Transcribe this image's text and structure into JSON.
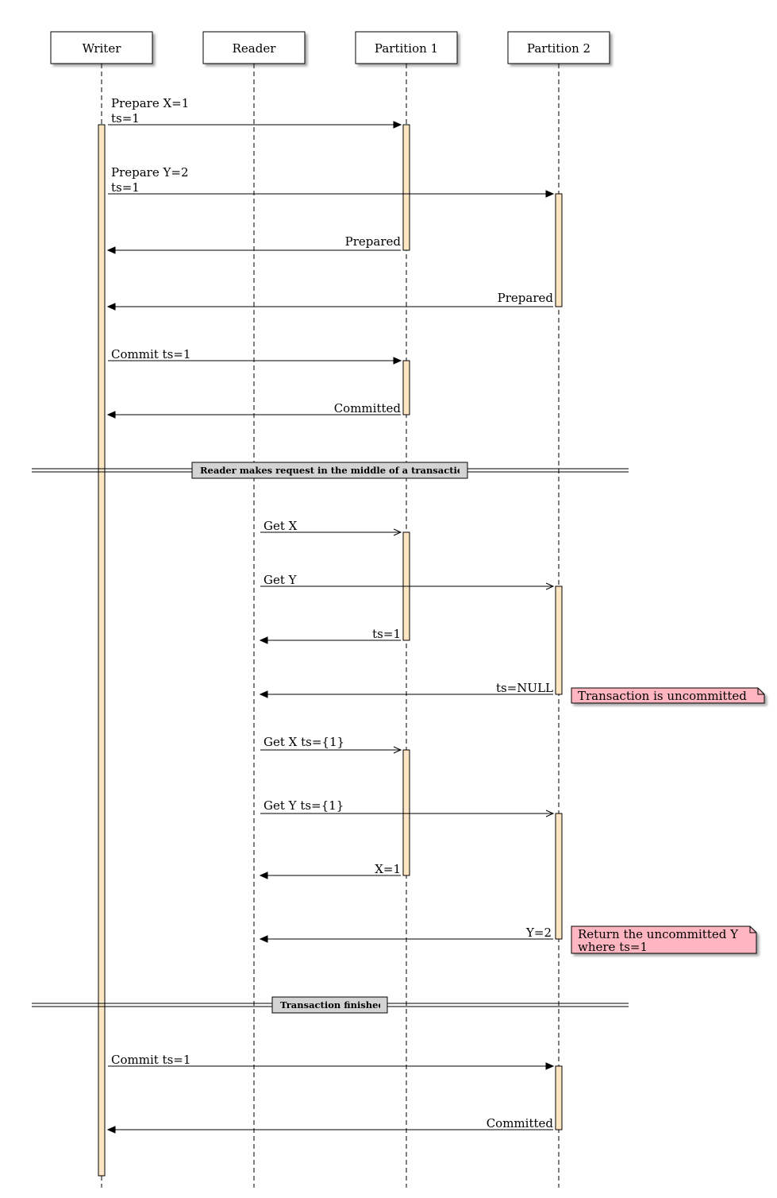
{
  "actors": [
    {
      "id": "writer",
      "label": "Writer"
    },
    {
      "id": "reader",
      "label": "Reader"
    },
    {
      "id": "p1",
      "label": "Partition 1"
    },
    {
      "id": "p2",
      "label": "Partition 2"
    }
  ],
  "messages": [
    {
      "from": "writer",
      "to": "p1",
      "lines": [
        "Prepare X=1",
        "ts=1"
      ],
      "style": "sync"
    },
    {
      "from": "writer",
      "to": "p2",
      "lines": [
        "Prepare Y=2",
        "ts=1"
      ],
      "style": "sync"
    },
    {
      "from": "p1",
      "to": "writer",
      "lines": [
        "Prepared"
      ],
      "style": "sync"
    },
    {
      "from": "p2",
      "to": "writer",
      "lines": [
        "Prepared"
      ],
      "style": "sync"
    },
    {
      "from": "writer",
      "to": "p1",
      "lines": [
        "Commit ts=1"
      ],
      "style": "sync"
    },
    {
      "from": "p1",
      "to": "writer",
      "lines": [
        "Committed"
      ],
      "style": "sync"
    },
    {
      "from": "reader",
      "to": "p1",
      "lines": [
        "Get X"
      ],
      "style": "async"
    },
    {
      "from": "reader",
      "to": "p2",
      "lines": [
        "Get Y"
      ],
      "style": "async"
    },
    {
      "from": "p1",
      "to": "reader",
      "lines": [
        "ts=1"
      ],
      "style": "sync"
    },
    {
      "from": "p2",
      "to": "reader",
      "lines": [
        "ts=NULL"
      ],
      "style": "sync"
    },
    {
      "from": "reader",
      "to": "p1",
      "lines": [
        "Get X ts={1}"
      ],
      "style": "async"
    },
    {
      "from": "reader",
      "to": "p2",
      "lines": [
        "Get Y ts={1}"
      ],
      "style": "async"
    },
    {
      "from": "p1",
      "to": "reader",
      "lines": [
        "X=1"
      ],
      "style": "sync"
    },
    {
      "from": "p2",
      "to": "reader",
      "lines": [
        "Y=2"
      ],
      "style": "sync"
    },
    {
      "from": "writer",
      "to": "p2",
      "lines": [
        "Commit ts=1"
      ],
      "style": "sync"
    },
    {
      "from": "p2",
      "to": "writer",
      "lines": [
        "Committed"
      ],
      "style": "sync"
    }
  ],
  "dividers": [
    {
      "label": "Reader makes request in the middle of a transaction"
    },
    {
      "label": "Transaction finished"
    }
  ],
  "notes": [
    {
      "lines": [
        "Transaction is uncommitted"
      ]
    },
    {
      "lines": [
        "Return the uncommitted Y",
        "where ts=1"
      ]
    }
  ],
  "colors": {
    "activation": "#fee6c4",
    "note": "#ffb6c1",
    "divider_box": "#d3d3d3",
    "line": "#000000"
  }
}
